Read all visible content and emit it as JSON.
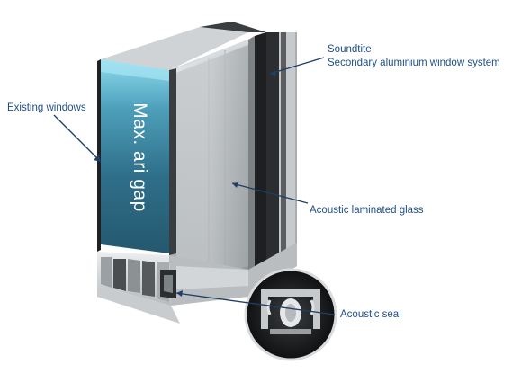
{
  "labels": {
    "existing_windows": "Existing windows",
    "max_air_gap": "Max. ari gap",
    "brand": "Soundtite",
    "system": "Secondary aluminium window system",
    "acoustic_glass": "Acoustic laminated glass",
    "acoustic_seal": "Acoustic seal"
  },
  "colors": {
    "label_text": "#1f4e89",
    "leader_line": "#1f3d66",
    "air_gap": "#2f6f8a",
    "air_gap_light": "#8fdcef",
    "frame_light": "#d8dadc",
    "frame_dark": "#2b2d30"
  }
}
